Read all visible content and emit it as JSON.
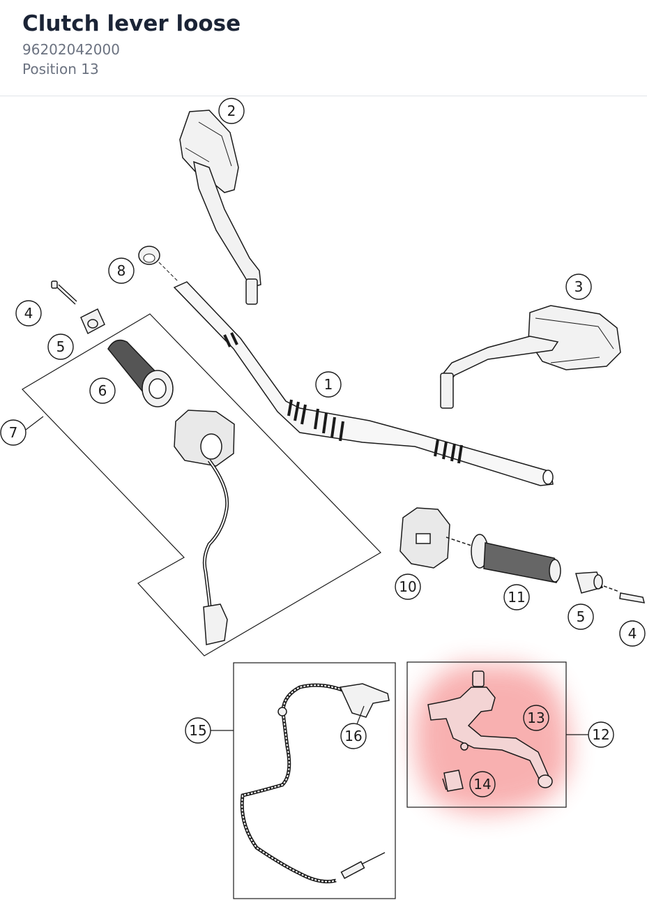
{
  "header": {
    "title": "Clutch lever loose",
    "part_number": "96202042000",
    "position": "Position 13"
  },
  "callouts": [
    "2",
    "8",
    "3",
    "4",
    "5",
    "6",
    "1",
    "7",
    "10",
    "11",
    "5",
    "4",
    "15",
    "16",
    "13",
    "12",
    "14"
  ],
  "colors": {
    "highlight": "#ef4444",
    "line": "#1a1a1a",
    "part_fill": "#f2f2f2"
  }
}
